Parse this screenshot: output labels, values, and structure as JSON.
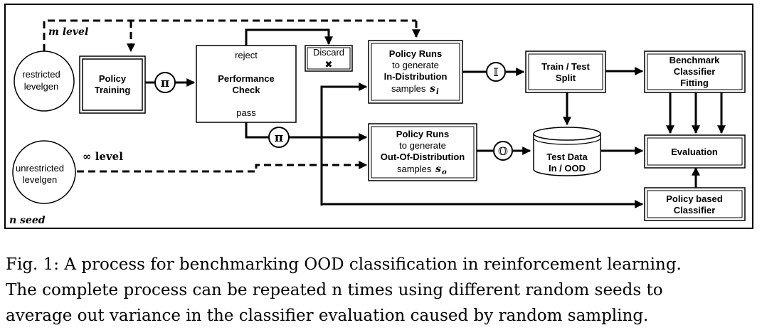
{
  "outer_labels": {
    "m_level": "m level",
    "inf_level": "∞ level",
    "n_seed": "n seed"
  },
  "generators": {
    "restricted": [
      "restricted",
      "levelgen"
    ],
    "unrestricted": [
      "unrestricted",
      "levelgen"
    ]
  },
  "boxes": {
    "policy_training": [
      "Policy",
      "Training"
    ],
    "performance_check": {
      "reject": "reject",
      "title": [
        "Performance",
        "Check"
      ],
      "pass": "pass"
    },
    "discard": {
      "label": "Discard",
      "mark": "✖"
    },
    "policy_runs_id": {
      "l1": "Policy Runs",
      "l2": "to generate",
      "l3": "In-Distribution",
      "l4": "samples",
      "sym": "s",
      "sub": "i"
    },
    "policy_runs_ood": {
      "l1": "Policy Runs",
      "l2": "to generate",
      "l3": "Out-Of-Distribution",
      "l4": "samples",
      "sym": "s",
      "sub": "o"
    },
    "train_test_split": [
      "Train / Test",
      "Split"
    ],
    "test_data": [
      "Test Data",
      "In / OOD"
    ],
    "benchmark_fitting": [
      "Benchmark",
      "Classifier",
      "Fitting"
    ],
    "evaluation": "Evaluation",
    "policy_classifier": [
      "Policy based",
      "Classifier"
    ]
  },
  "symbols": {
    "pi": "π",
    "id": "𝕀",
    "ood": "𝕆"
  },
  "caption": [
    "Fig. 1: A process for benchmarking OOD classification in reinforcement learning.",
    "The complete process can be repeated n times using different random seeds to",
    "average out variance in the classifier evaluation caused by random sampling."
  ]
}
